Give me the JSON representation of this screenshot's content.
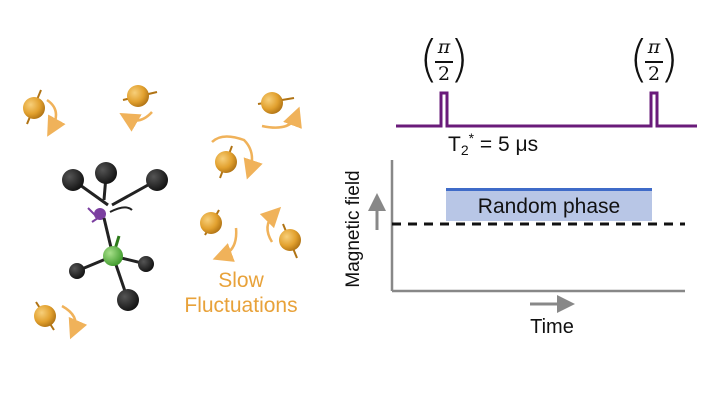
{
  "left_panel": {
    "fluctuation_label_line1": "Slow",
    "fluctuation_label_line2": "Fluctuations",
    "spin_color": "#e8a23a",
    "arrow_color": "#f0b25a"
  },
  "pulse_sequence": {
    "pulse1": {
      "numerator": "π",
      "denominator": "2"
    },
    "pulse2": {
      "numerator": "π",
      "denominator": "2"
    },
    "t2_prefix": "T",
    "t2_sub": "2",
    "t2_sup": "*",
    "t2_value": " = 5 μs",
    "line_color": "#6a1b7a"
  },
  "field_plot": {
    "box_label": "Random phase",
    "y_axis_label": "Magnetic field",
    "x_axis_label": "Time",
    "box_fill": "#b8c6e6",
    "box_edge": "#3f6bc8",
    "axis_color": "#888888"
  }
}
